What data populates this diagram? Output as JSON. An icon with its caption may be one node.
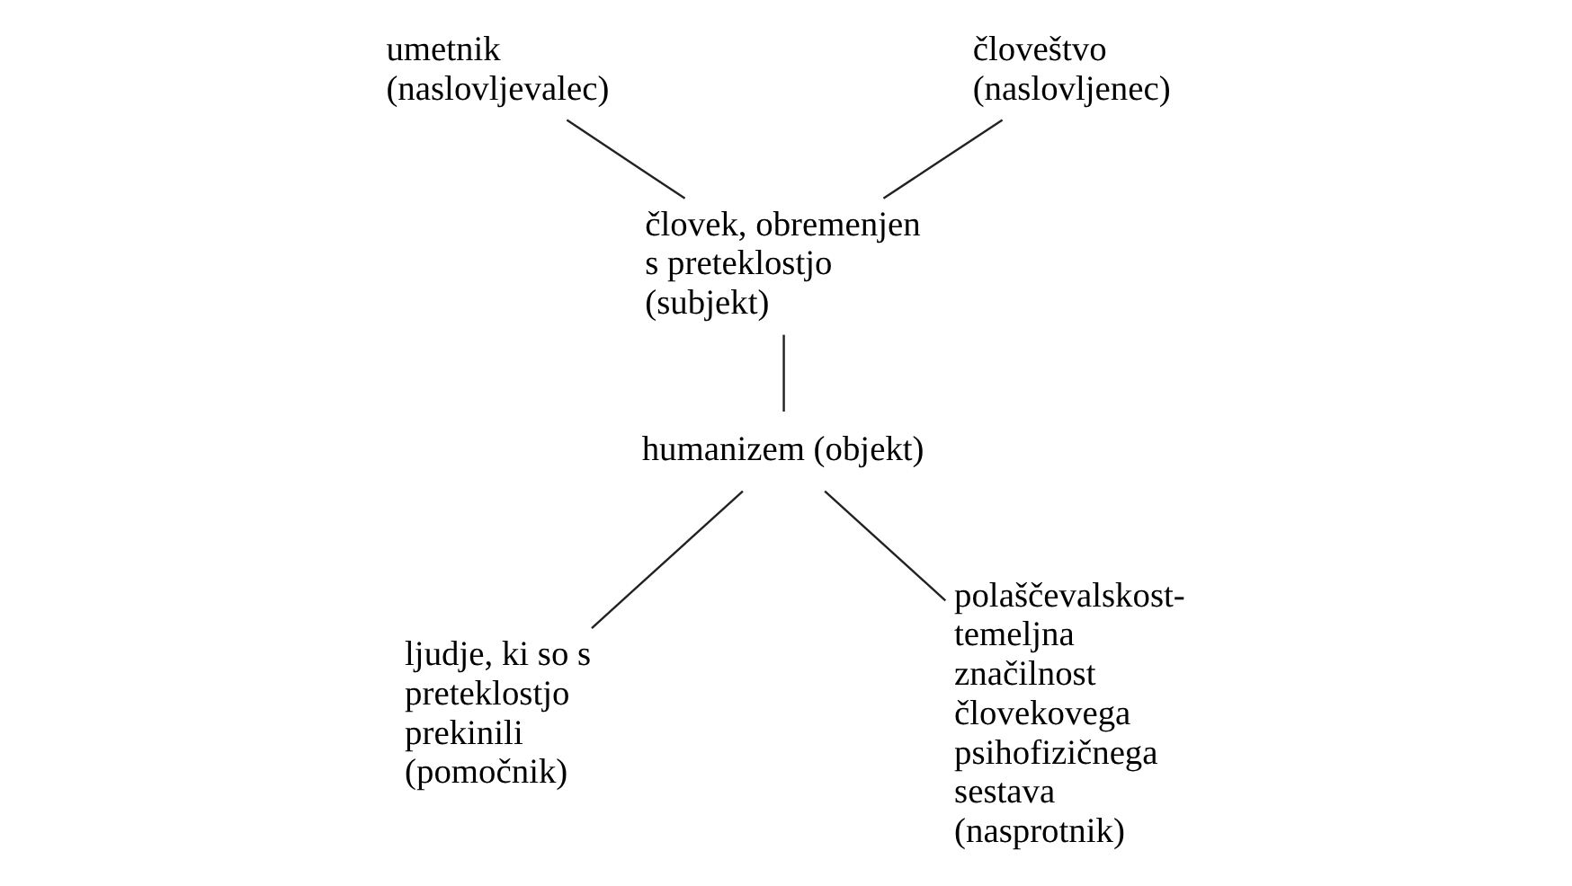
{
  "diagram": {
    "nodes": [
      {
        "text": [
          "umetnik (naslovljevalec)"
        ]
      },
      {
        "text": [
          "človeštvo (naslovljenec)"
        ]
      },
      {
        "text": [
          "človek, obremenjen s preteklostjo (subjekt)"
        ]
      },
      {
        "text": [
          "humanizem (objekt)"
        ]
      },
      {
        "text": [
          "ljudje, ki so s preteklostjo prekinili (pomočnik)"
        ]
      },
      {
        "text": [
          "polaščevalskost- temeljna značilnost človekovega psihofizičnega sestava (nasprotnik)"
        ]
      }
    ],
    "edges": [
      {
        "from": 0,
        "to": 2,
        "arrow": "none"
      },
      {
        "from": 1,
        "to": 2,
        "arrow": "none"
      },
      {
        "from": 2,
        "to": 3,
        "arrow": "none"
      },
      {
        "from": 3,
        "to": 4,
        "arrow": "none"
      },
      {
        "from": 3,
        "to": 5,
        "arrow": "none"
      }
    ]
  }
}
